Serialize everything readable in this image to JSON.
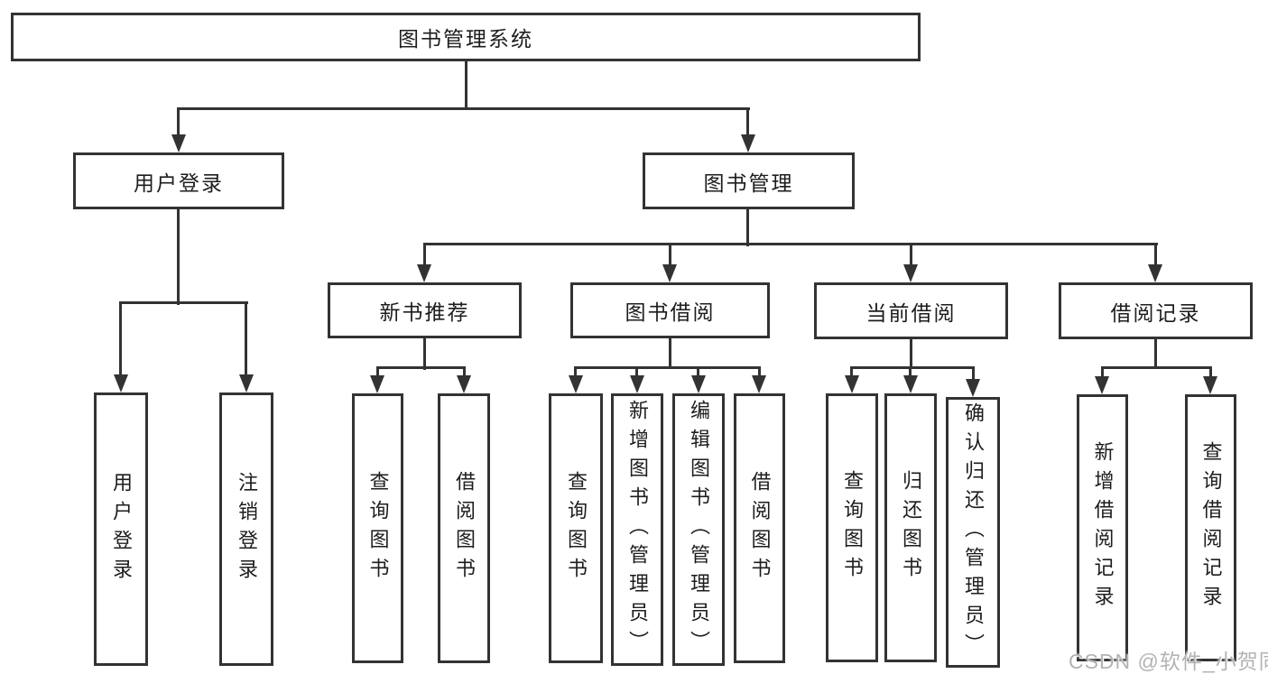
{
  "diagram": {
    "root": {
      "label": "图书管理系统"
    },
    "branches": [
      {
        "label": "用户登录",
        "children": [
          {
            "label": "用户登录"
          },
          {
            "label": "注销登录"
          }
        ]
      },
      {
        "label": "图书管理",
        "children": [
          {
            "label": "新书推荐",
            "children": [
              {
                "label": "查询图书"
              },
              {
                "label": "借阅图书"
              }
            ]
          },
          {
            "label": "图书借阅",
            "children": [
              {
                "label": "查询图书"
              },
              {
                "label": "新增图书（管理员）"
              },
              {
                "label": "编辑图书（管理员）"
              },
              {
                "label": "借阅图书"
              }
            ]
          },
          {
            "label": "当前借阅",
            "children": [
              {
                "label": "查询图书"
              },
              {
                "label": "归还图书"
              },
              {
                "label": "确认归还（管理员）"
              }
            ]
          },
          {
            "label": "借阅记录",
            "children": [
              {
                "label": "新增借阅记录"
              },
              {
                "label": "查询借阅记录"
              }
            ]
          }
        ]
      }
    ]
  },
  "watermark": {
    "text": "CSDN @软件_小贺同学"
  },
  "colors": {
    "line": "#333333",
    "text": "#1d1d1d",
    "background": "#ffffff",
    "watermark": "#b3b3b3"
  }
}
